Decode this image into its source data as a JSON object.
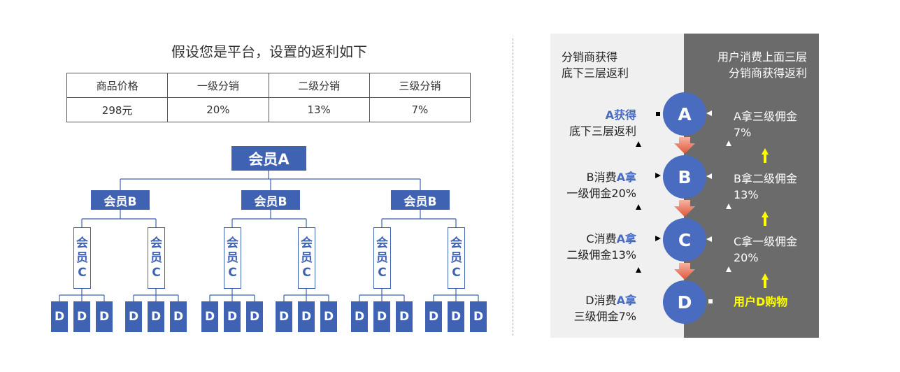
{
  "title": "假设您是平台，设置的返利如下",
  "table": {
    "headers": [
      "商品价格",
      "一级分销",
      "二级分销",
      "三级分销"
    ],
    "values": [
      "298元",
      "20%",
      "13%",
      "7%"
    ]
  },
  "tree": {
    "root": "会员A",
    "level2": "会员B",
    "level3": [
      "会",
      "员",
      "C"
    ],
    "leaf": "D"
  },
  "panel": {
    "left_header": [
      "分销商获得",
      "底下三层返利"
    ],
    "right_header": [
      "用户消费上面三层",
      "分销商获得返利"
    ],
    "nodes": [
      "A",
      "B",
      "C",
      "D"
    ],
    "a_gets": "A获得",
    "a_gets_sub": "底下三层返利",
    "b_left_prefix": "B消费",
    "c_left_prefix": "C消费",
    "d_left_prefix": "D消费",
    "a_take": "A拿",
    "b_left_sub": "一级佣金20%",
    "c_left_sub": "二级佣金13%",
    "d_left_sub": "三级佣金7%",
    "a_right": [
      "A拿三级佣金",
      "7%"
    ],
    "b_right": [
      "B拿二级佣金",
      "13%"
    ],
    "c_right": [
      "C拿一级佣金",
      "20%"
    ],
    "d_right": "用户D购物"
  },
  "colors": {
    "node_blue": "#3f62b2",
    "circle_blue": "#4a6cc0",
    "arrow_red": "#e0553a",
    "highlight_yellow": "#ffff00",
    "right_panel": "#6b6b6b",
    "left_panel": "#f0f0f0"
  }
}
